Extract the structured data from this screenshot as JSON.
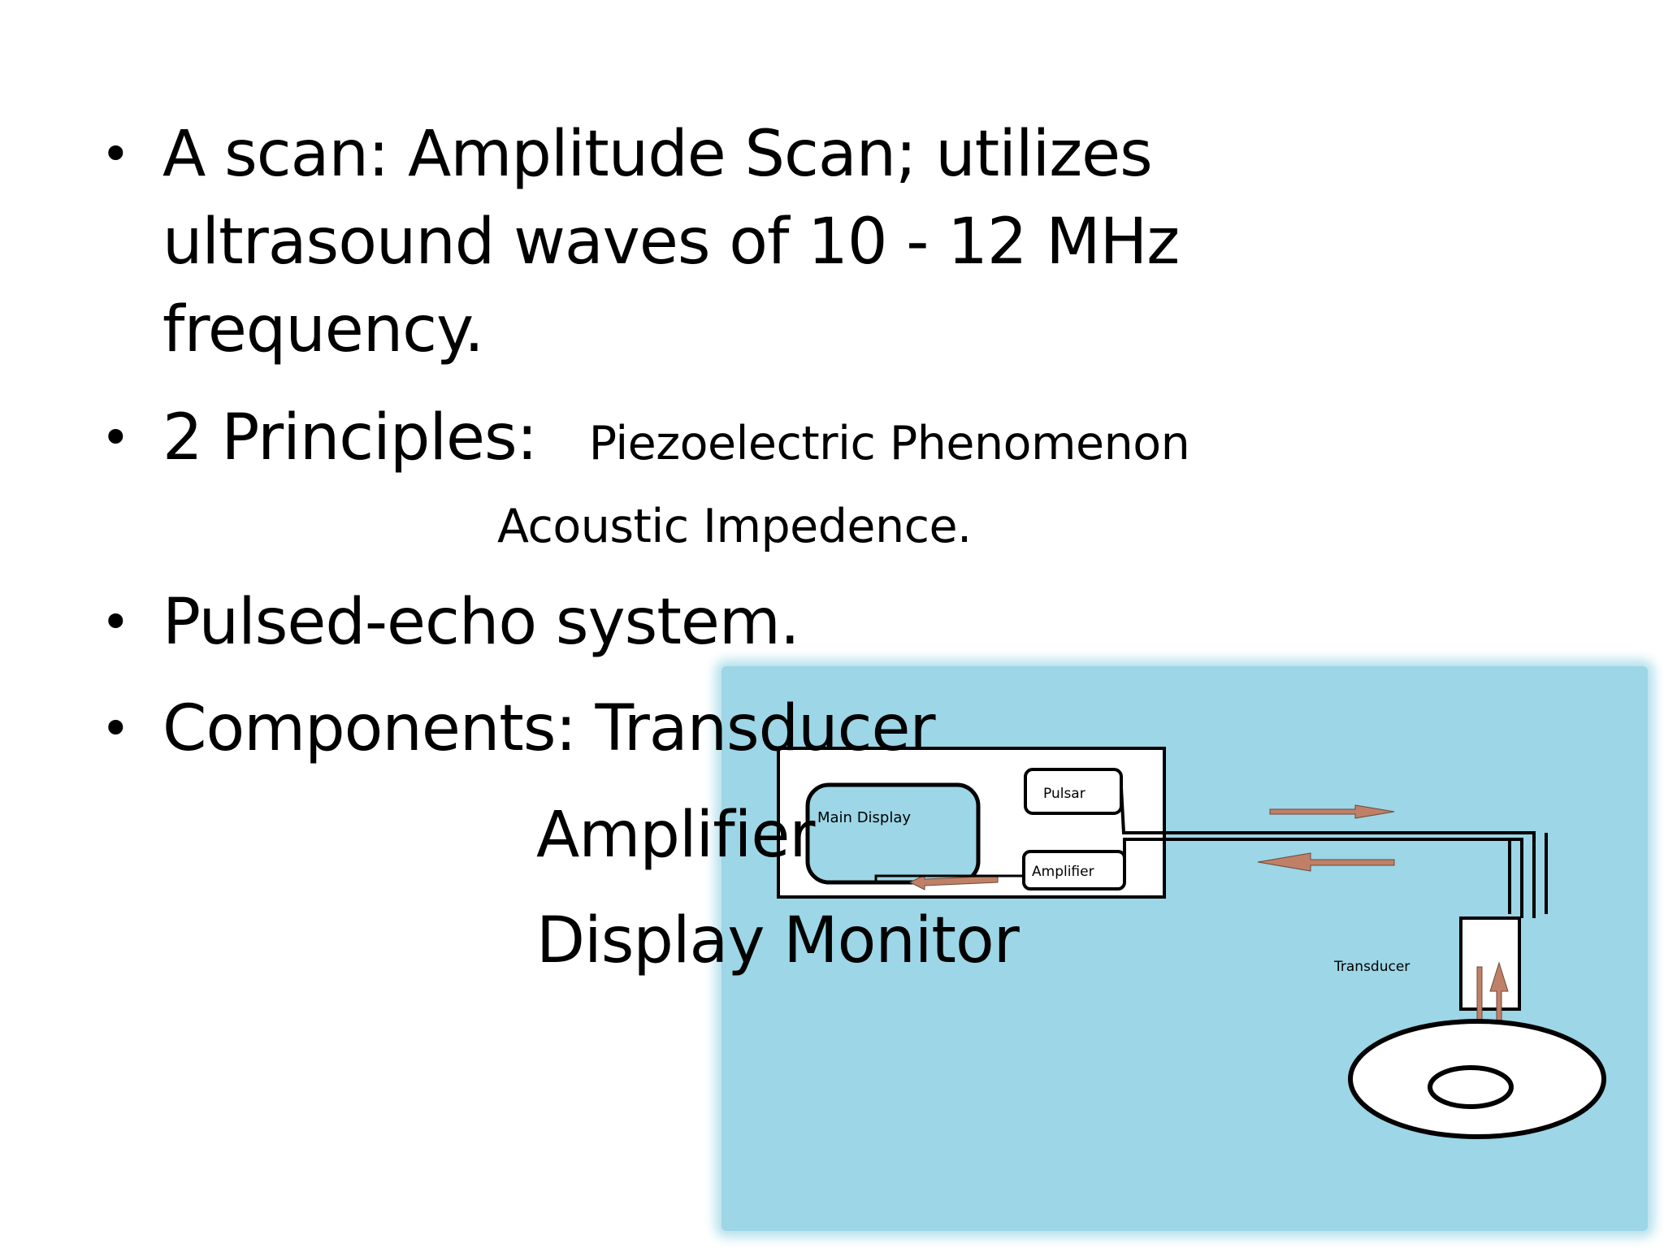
{
  "bullets": {
    "a_scan_line1": "A scan: Amplitude Scan; utilizes",
    "a_scan_line2": "ultrasound waves of 10 - 12 MHz",
    "a_scan_line3": "frequency.",
    "principles_label": "2 Principles:",
    "principle_1": "Piezoelectric Phenomenon",
    "principle_2": "Acoustic Impedence.",
    "pulsed_echo": "Pulsed-echo system.",
    "components_label": "Components: Transducer",
    "component_2": "Amplifier",
    "component_3": "Display Monitor"
  },
  "diagram": {
    "main_display_label": "Main Display",
    "pulsar_label": "Pulsar",
    "amplifier_label": "Amplifier",
    "transducer_label": "Transducer",
    "colors": {
      "panel": "#9dd6e6",
      "arrow": "#c08068",
      "line": "#000000"
    }
  }
}
